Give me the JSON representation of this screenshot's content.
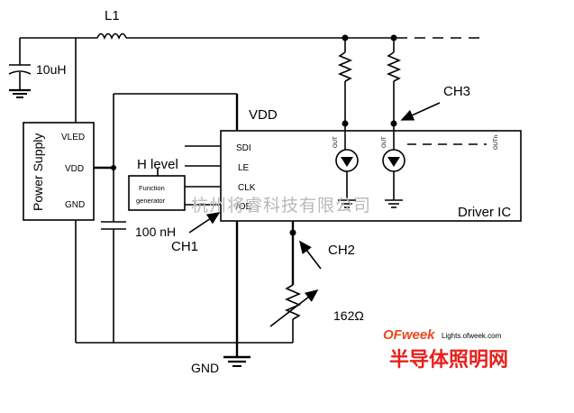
{
  "diagram": {
    "inductor_label": "L1",
    "capacitor_top_label": "10uH",
    "power_supply": {
      "title": "Power Supply",
      "pins": [
        "VLED",
        "VDD",
        "GND"
      ]
    },
    "vdd_label": "VDD",
    "h_level_label": "H level",
    "function_generator": {
      "line1": "Function",
      "line2": "generator"
    },
    "capacitor_bottom_label": "100 nH",
    "ch1_label": "CH1",
    "ch2_label": "CH2",
    "ch3_label": "CH3",
    "driver_ic": {
      "title": "Driver IC",
      "pins": [
        "SDI",
        "LE",
        "CLK",
        "/OE"
      ],
      "out_labels": [
        "OUT",
        "OUT",
        "OUTn"
      ]
    },
    "resistor_label": "162Ω",
    "gnd_label": "GND",
    "watermark": "杭州将睿科技有限公司"
  },
  "branding": {
    "logo": "OFweek",
    "site": "Lights.ofweek.com",
    "tagline": "半导体照明网",
    "colors": {
      "logo": "#e8491d",
      "tagline": "#e8201c"
    }
  }
}
